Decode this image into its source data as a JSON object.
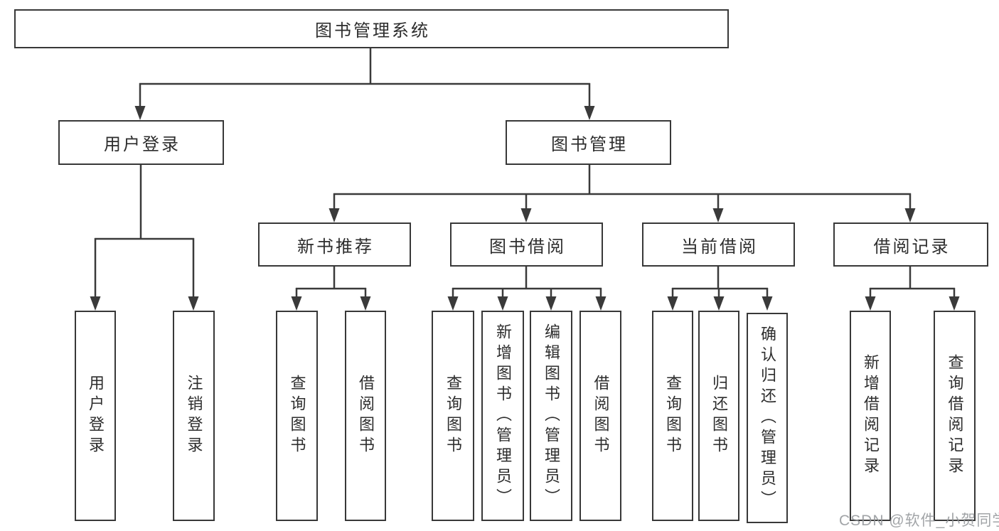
{
  "diagram": {
    "title": "图书管理系统",
    "branches": [
      {
        "label": "用户登录",
        "children": [
          "用户登录",
          "注销登录"
        ]
      },
      {
        "label": "图书管理",
        "groups": [
          {
            "label": "新书推荐",
            "children": [
              "查询图书",
              "借阅图书"
            ]
          },
          {
            "label": "图书借阅",
            "children": [
              "查询图书",
              "新增图书（管理员）",
              "编辑图书（管理员）",
              "借阅图书"
            ]
          },
          {
            "label": "当前借阅",
            "children": [
              "查询图书",
              "归还图书",
              "确认归还（管理员）"
            ]
          },
          {
            "label": "借阅记录",
            "children": [
              "新增借阅记录",
              "查询借阅记录"
            ]
          }
        ]
      }
    ],
    "colors": {
      "line": "#3a3a3a",
      "border": "#383838",
      "text": "#2d2d2d",
      "watermark": "#919498"
    }
  },
  "watermark": {
    "text": "CSDN @软件_小贺同学"
  }
}
